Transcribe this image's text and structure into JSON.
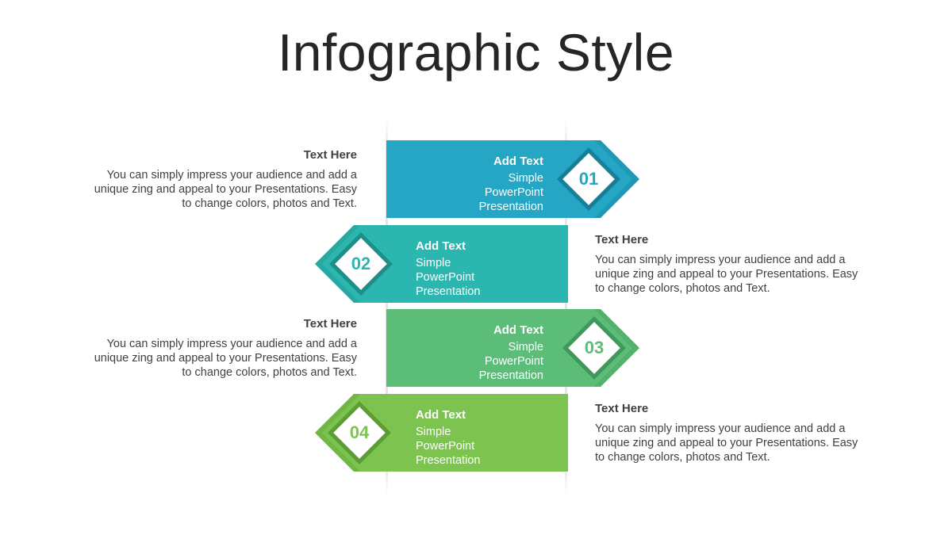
{
  "title": "Infographic Style",
  "steps": [
    {
      "number": "01",
      "head": "Add Text",
      "lines": [
        "Simple",
        "PowerPoint",
        "Presentation"
      ],
      "side_head": "Text Here",
      "side_body": "You can simply impress your audience and add a unique zing and appeal to your Presentations. Easy to change colors, photos and Text.",
      "color": "#25a6c4",
      "dark": "#167f99"
    },
    {
      "number": "02",
      "head": "Add Text",
      "lines": [
        "Simple",
        "PowerPoint",
        "Presentation"
      ],
      "side_head": "Text Here",
      "side_body": "You can simply impress your audience and add a unique zing and appeal to your Presentations. Easy to change colors, photos and Text.",
      "color": "#2bb7b0",
      "dark": "#1c8f89"
    },
    {
      "number": "03",
      "head": "Add Text",
      "lines": [
        "Simple",
        "PowerPoint",
        "Presentation"
      ],
      "side_head": "Text Here",
      "side_body": "You can simply impress your audience and add a unique zing and appeal to your Presentations. Easy to change colors, photos and Text.",
      "color": "#5bbd78",
      "dark": "#3f9a5a"
    },
    {
      "number": "04",
      "head": "Add Text",
      "lines": [
        "Simple",
        "PowerPoint",
        "Presentation"
      ],
      "side_head": "Text Here",
      "side_body": "You can simply impress your audience and add a unique zing and appeal to your Presentations. Easy to change colors, photos and Text.",
      "color": "#7cc34f",
      "dark": "#5c9e33"
    }
  ]
}
